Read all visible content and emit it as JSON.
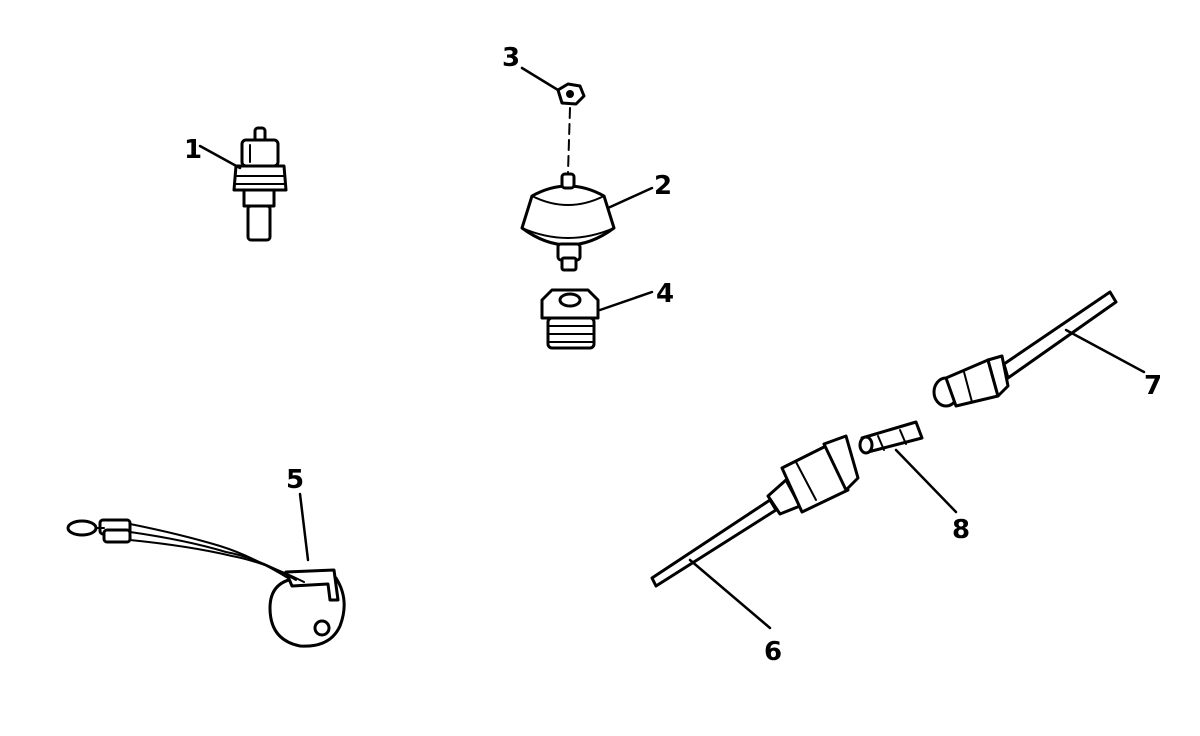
{
  "diagram": {
    "callouts": [
      {
        "id": "1",
        "label": "1"
      },
      {
        "id": "2",
        "label": "2"
      },
      {
        "id": "3",
        "label": "3"
      },
      {
        "id": "4",
        "label": "4"
      },
      {
        "id": "5",
        "label": "5"
      },
      {
        "id": "6",
        "label": "6"
      },
      {
        "id": "7",
        "label": "7"
      },
      {
        "id": "8",
        "label": "8"
      }
    ],
    "ink_color": "#000000",
    "background_color": "#ffffff"
  }
}
